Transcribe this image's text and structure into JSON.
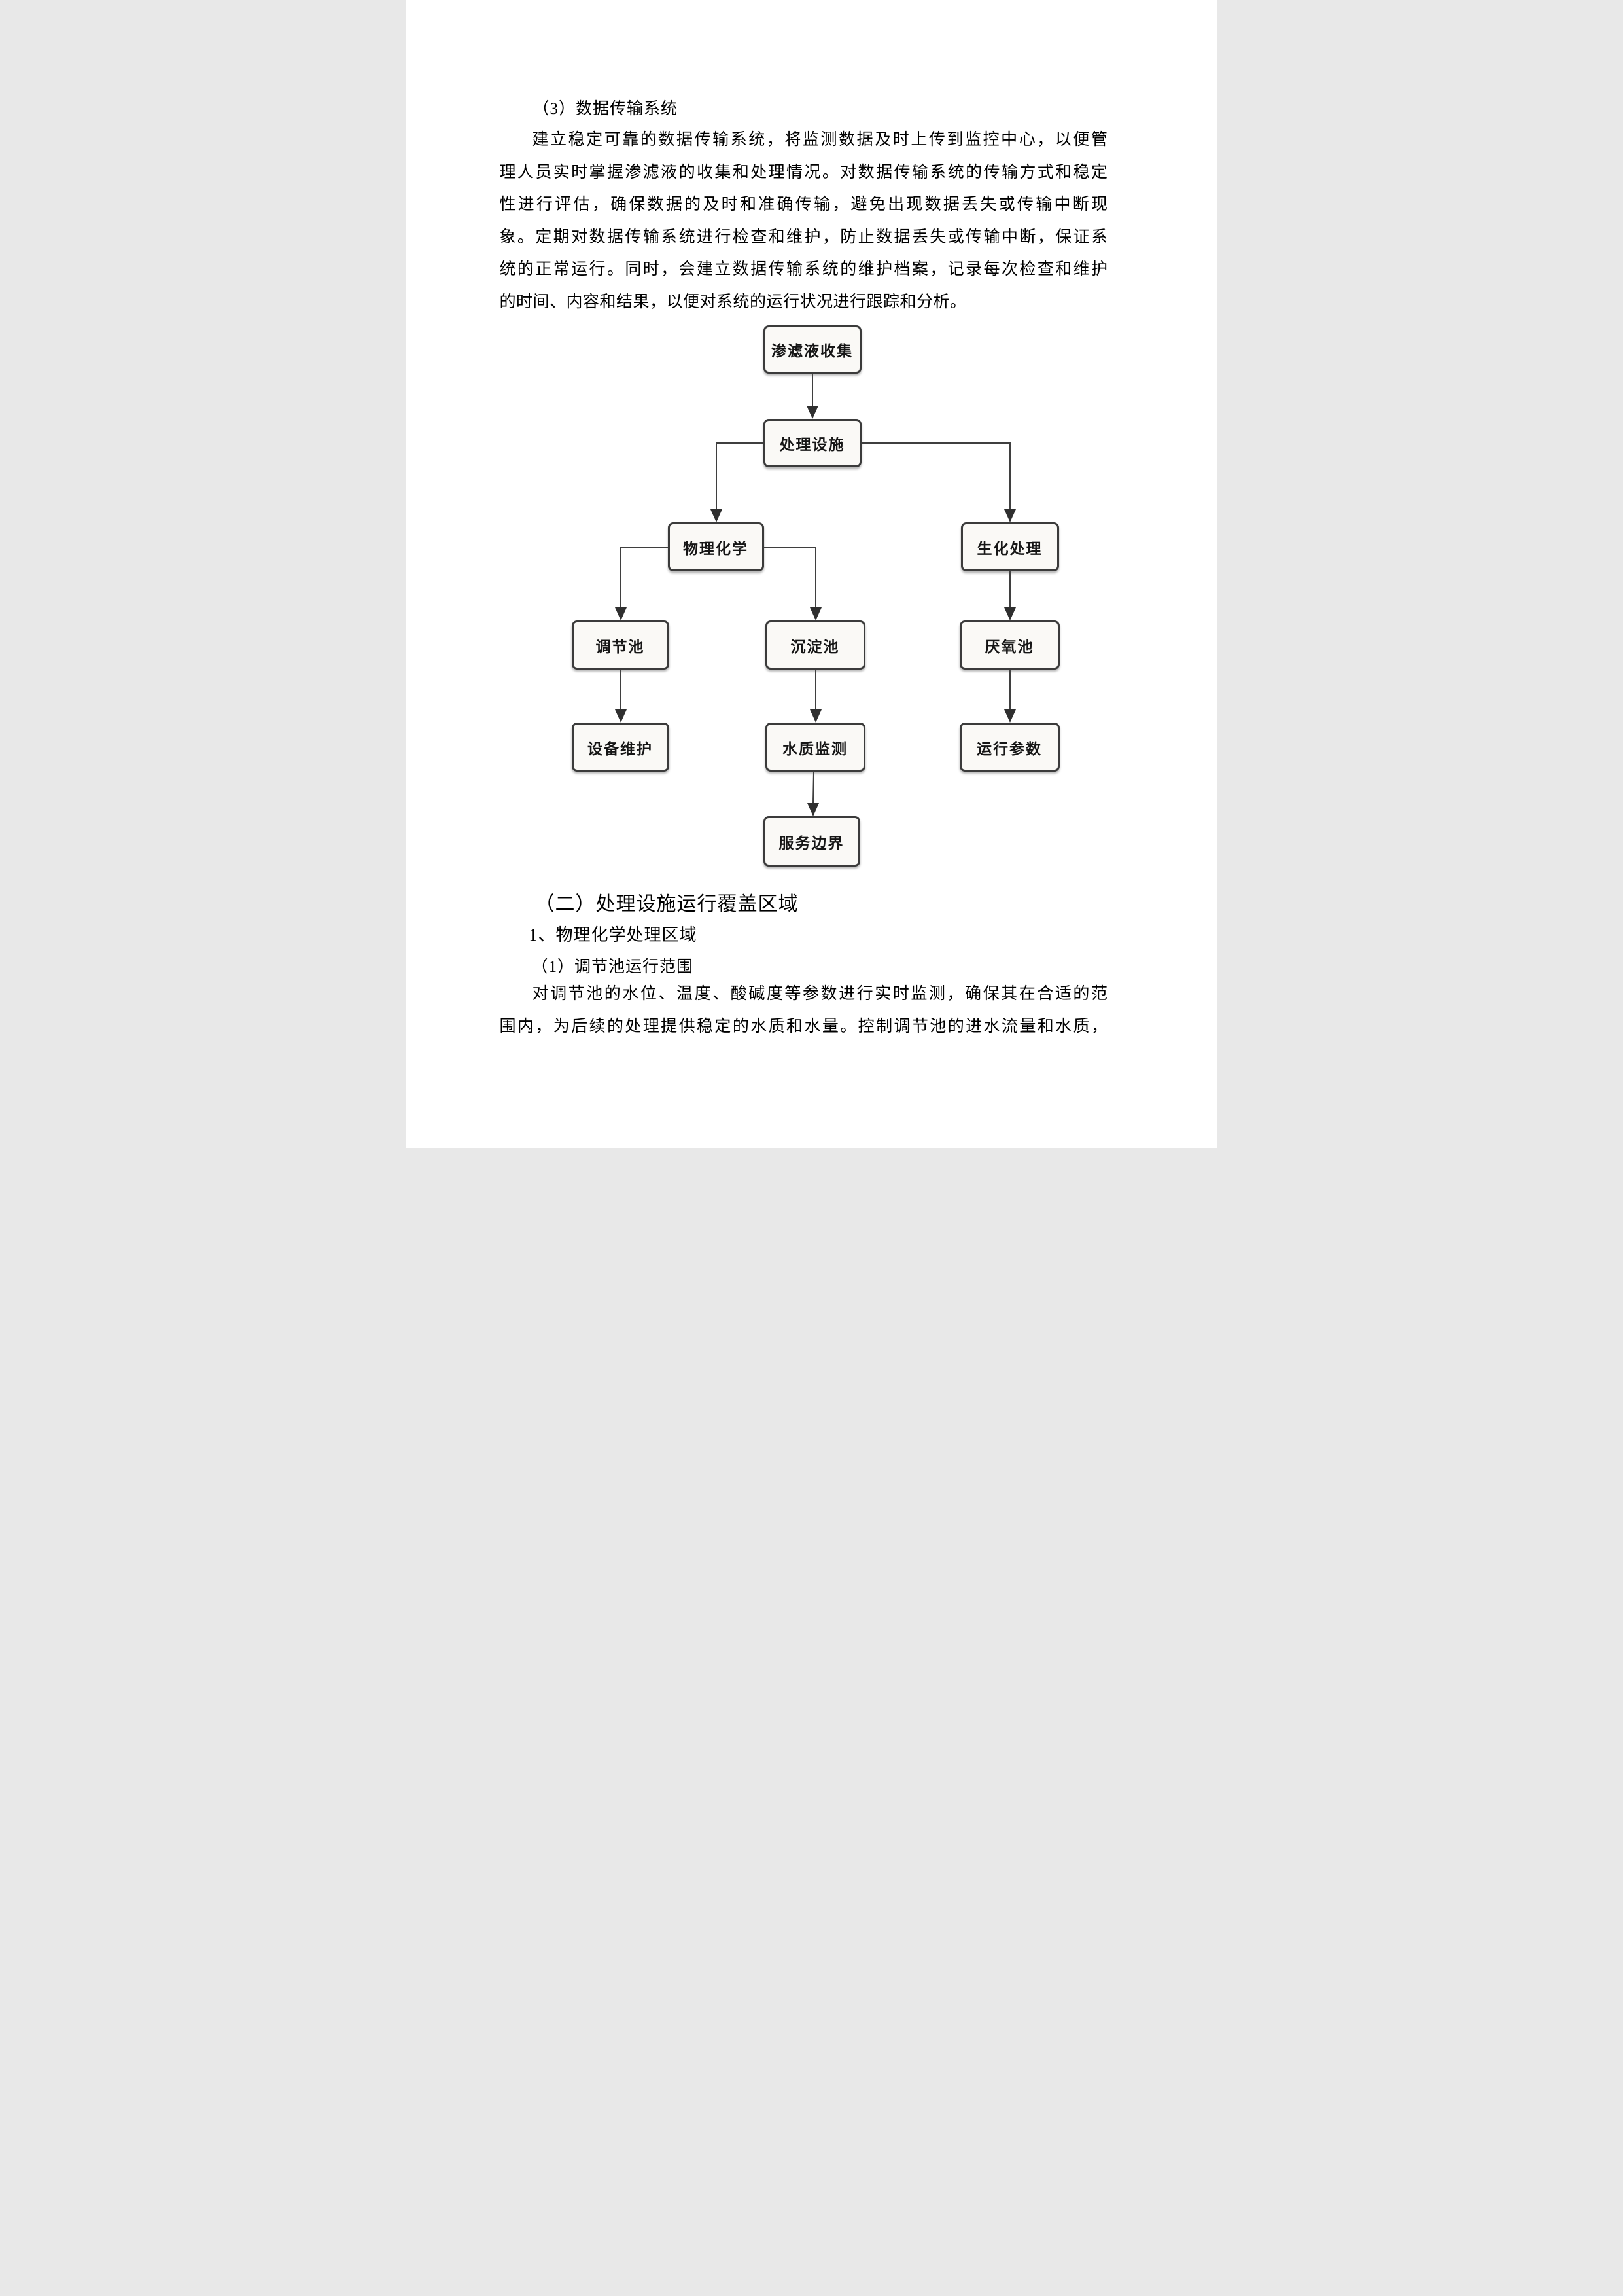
{
  "page": {
    "section3_heading": "（3）数据传输系统",
    "paragraph1_lines": [
      "建立稳定可靠的数据传输系统，将监测数据及时上传到监控中心，以便管",
      "理人员实时掌握渗滤液的收集和处理情况。对数据传输系统的传输方式和稳定",
      "性进行评估，确保数据的及时和准确传输，避免出现数据丢失或传输中断现",
      "象。定期对数据传输系统进行检查和维护，防止数据丢失或传输中断，保证系",
      "统的正常运行。同时，会建立数据传输系统的维护档案，记录每次检查和维护",
      "的时间、内容和结果，以便对系统的运行状况进行跟踪和分析。"
    ],
    "section2_heading": "（二）处理设施运行覆盖区域",
    "sub_heading_1": "1、物理化学处理区域",
    "sub_heading_1_1": "（1）调节池运行范围",
    "paragraph2_lines": [
      "对调节池的水位、温度、酸碱度等参数进行实时监测，确保其在合适的范",
      "围内，为后续的处理提供稳定的水质和水量。控制调节池的进水流量和水质，"
    ]
  },
  "flowchart": {
    "nodes": [
      {
        "id": "leachate-collection",
        "label": "渗滤液收集"
      },
      {
        "id": "treatment-facility",
        "label": "处理设施"
      },
      {
        "id": "physicochemical",
        "label": "物理化学"
      },
      {
        "id": "biochemical-treatment",
        "label": "生化处理"
      },
      {
        "id": "regulation-tank",
        "label": "调节池"
      },
      {
        "id": "sedimentation-tank",
        "label": "沉淀池"
      },
      {
        "id": "anaerobic-tank",
        "label": "厌氧池"
      },
      {
        "id": "equipment-maintenance",
        "label": "设备维护"
      },
      {
        "id": "water-quality-monitoring",
        "label": "水质监测"
      },
      {
        "id": "operating-parameters",
        "label": "运行参数"
      },
      {
        "id": "service-boundary",
        "label": "服务边界"
      }
    ],
    "edges": [
      {
        "from": "渗滤液收集",
        "to": "处理设施"
      },
      {
        "from": "处理设施",
        "to": "物理化学"
      },
      {
        "from": "处理设施",
        "to": "生化处理"
      },
      {
        "from": "物理化学",
        "to": "调节池"
      },
      {
        "from": "物理化学",
        "to": "沉淀池"
      },
      {
        "from": "生化处理",
        "to": "厌氧池"
      },
      {
        "from": "调节池",
        "to": "设备维护"
      },
      {
        "from": "沉淀池",
        "to": "水质监测"
      },
      {
        "from": "厌氧池",
        "to": "运行参数"
      },
      {
        "from": "水质监测",
        "to": "服务边界"
      }
    ],
    "line_color": "#3f3f3f",
    "node_border_color": "#3b3b3b",
    "node_fill_color": "#faf9f6"
  }
}
